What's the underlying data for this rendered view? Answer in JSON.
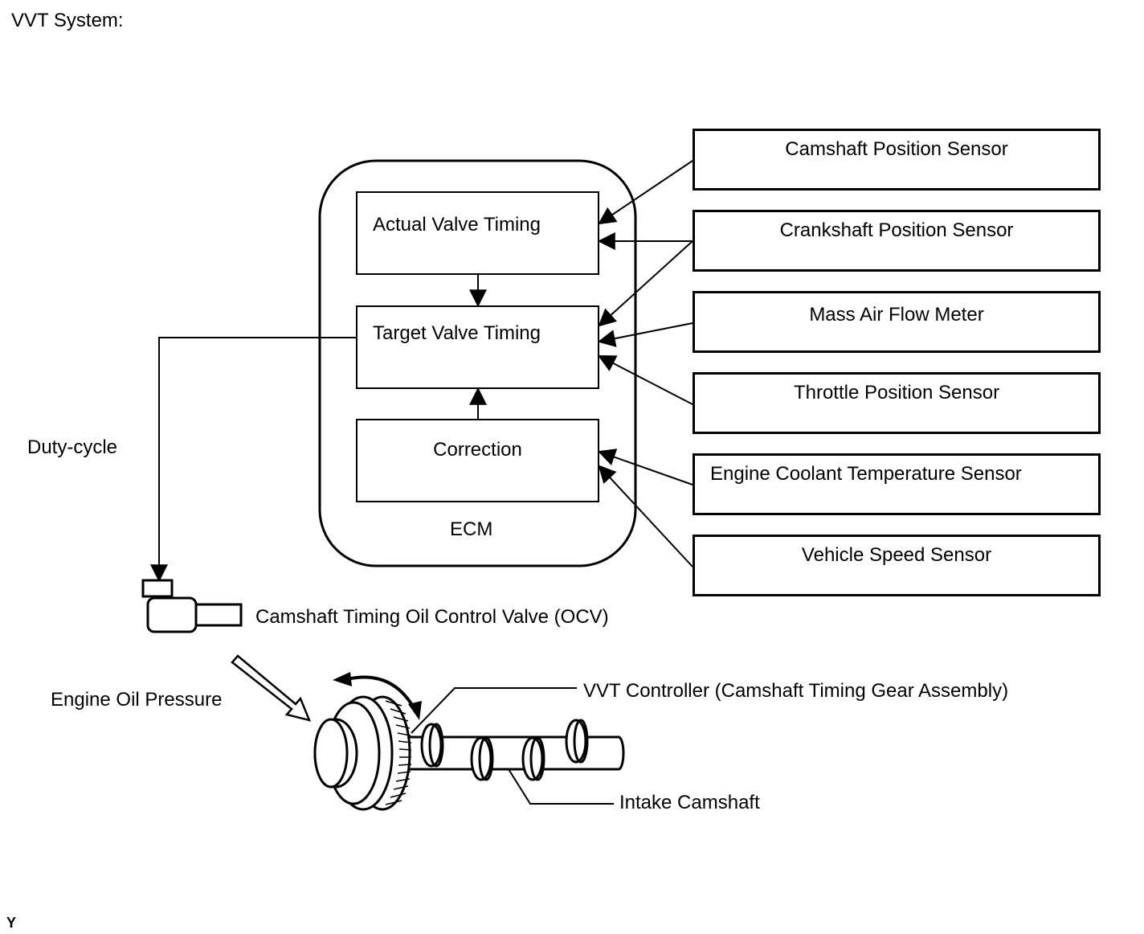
{
  "title": "VVT System:",
  "ecm": {
    "label": "ECM",
    "blocks": {
      "actual": "Actual Valve Timing",
      "target": "Target Valve Timing",
      "correction": "Correction"
    }
  },
  "sensors": [
    {
      "label": "Camshaft Position Sensor",
      "feeds": [
        "Actual Valve Timing"
      ]
    },
    {
      "label": "Crankshaft Position Sensor",
      "feeds": [
        "Actual Valve Timing",
        "Target Valve Timing"
      ]
    },
    {
      "label": "Mass Air Flow Meter",
      "feeds": [
        "Target Valve Timing"
      ]
    },
    {
      "label": "Throttle Position Sensor",
      "feeds": [
        "Target Valve Timing"
      ]
    },
    {
      "label": "Engine Coolant Temperature Sensor",
      "feeds": [
        "Correction"
      ]
    },
    {
      "label": "Vehicle Speed Sensor",
      "feeds": [
        "Correction"
      ]
    }
  ],
  "signals": {
    "duty_cycle": "Duty-cycle",
    "engine_oil_pressure": "Engine Oil Pressure"
  },
  "components": {
    "ocv": "Camshaft Timing Oil Control Valve (OCV)",
    "vvt_controller": "VVT Controller (Camshaft Timing Gear Assembly)",
    "intake_camshaft": "Intake Camshaft"
  },
  "footer_code": "Y"
}
